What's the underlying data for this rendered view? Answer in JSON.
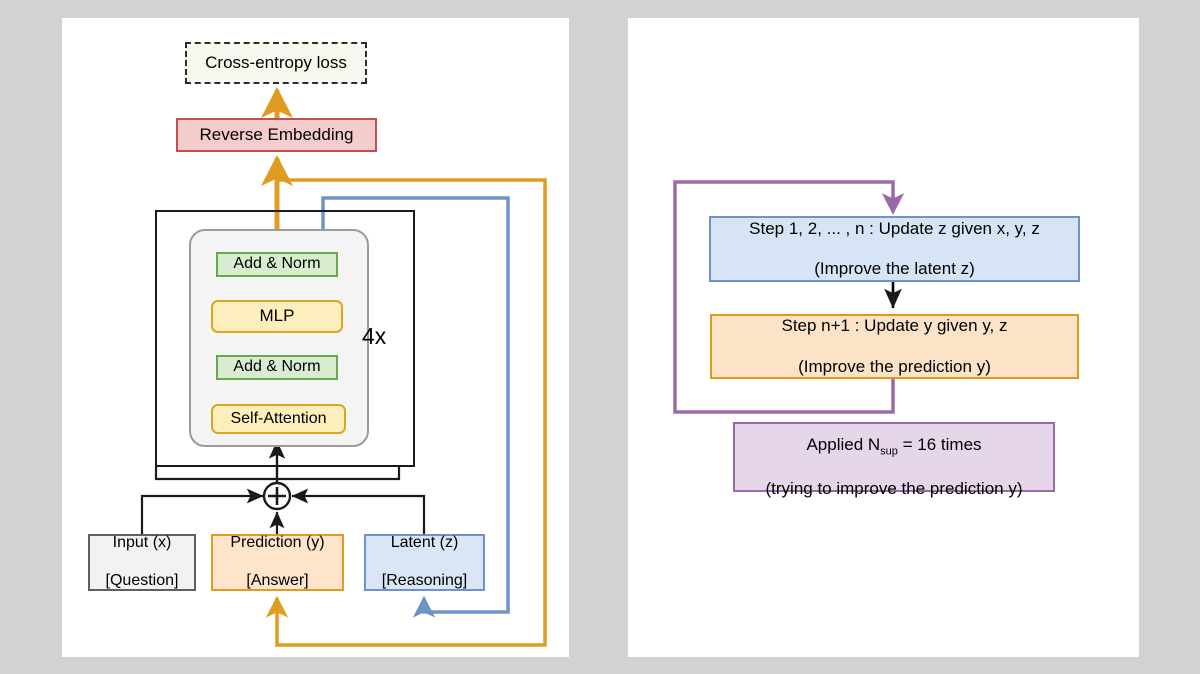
{
  "figure": {
    "background_color": "#d2d2d2",
    "panels": [
      {
        "id": "left",
        "name": "architecture-panel"
      },
      {
        "id": "right",
        "name": "supervision-loop-panel"
      }
    ]
  },
  "left_panel": {
    "loss_box": {
      "label": "Cross-entropy loss",
      "style": "dashed",
      "fill": "#f7f7ef",
      "stroke": "#2b2b2b"
    },
    "reverse_embedding": {
      "label": "Reverse Embedding",
      "fill": "#f5cccc",
      "stroke": "#c0504d"
    },
    "transformer_block": {
      "repeat_label": "4x",
      "layers": [
        {
          "label": "Add & Norm",
          "fill": "#d8ecd0",
          "stroke": "#6aa84f"
        },
        {
          "label": "MLP",
          "fill": "#fdefbd",
          "stroke": "#d6a820"
        },
        {
          "label": "Add & Norm",
          "fill": "#d8ecd0",
          "stroke": "#6aa84f"
        },
        {
          "label": "Self-Attention",
          "fill": "#fdeeba",
          "stroke": "#d6a820"
        }
      ]
    },
    "sum_operator": {
      "symbol": "+",
      "name": "sum-node"
    },
    "inputs": [
      {
        "title": "Input (x)",
        "subtitle": "[Question]",
        "fill": "#f2f2f2",
        "stroke": "#5f5f5f"
      },
      {
        "title": "Prediction (y)",
        "subtitle": "[Answer]",
        "fill": "#fde4cb",
        "stroke": "#e09c20"
      },
      {
        "title": "Latent (z)",
        "subtitle": "[Reasoning]",
        "fill": "#dae6f6",
        "stroke": "#6e93c8"
      }
    ],
    "edges": {
      "orange_color": "#e09c20",
      "blue_color": "#6e93c8",
      "black_color": "#1a1a1a"
    }
  },
  "right_panel": {
    "step_z": {
      "line1": "Step 1, 2, ... , n : Update z given x, y, z",
      "line2": "(Improve the latent z)",
      "fill": "#d7e4f5",
      "stroke": "#6e93c8"
    },
    "step_y": {
      "line1": "Step n+1 : Update y given y, z",
      "line2": "(Improve the prediction y)",
      "fill": "#fce3c8",
      "stroke": "#d99c14"
    },
    "applied": {
      "line1_prefix": "Applied N",
      "line1_sub": "sup",
      "line1_suffix": " = 16 times",
      "line2": "(trying to improve the prediction y)",
      "fill": "#e6d6ea",
      "stroke": "#9a6aa8"
    },
    "loop_color": "#9a6aa8",
    "arrow_color": "#000000"
  }
}
